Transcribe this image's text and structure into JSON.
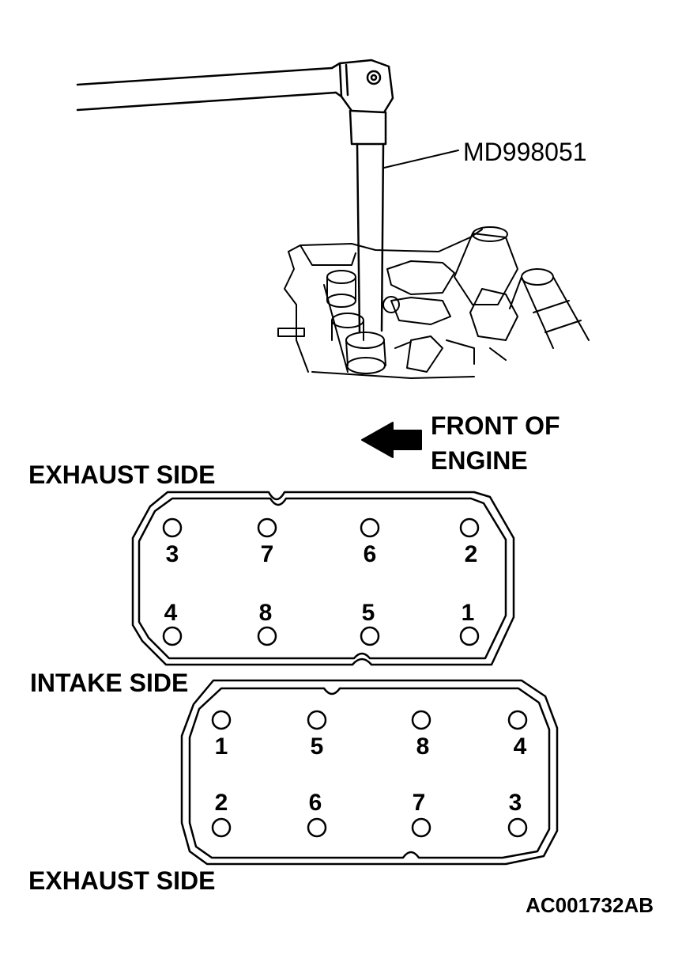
{
  "tool_callout": "MD998051",
  "front_label": {
    "line1": "FRONT OF",
    "line2": "ENGINE"
  },
  "upper_head": {
    "top_label": "EXHAUST SIDE",
    "bottom_label": "INTAKE SIDE",
    "top_row": [
      "3",
      "7",
      "6",
      "2"
    ],
    "bottom_row": [
      "4",
      "8",
      "5",
      "1"
    ]
  },
  "lower_head": {
    "bottom_label": "EXHAUST SIDE",
    "top_row": [
      "1",
      "5",
      "8",
      "4"
    ],
    "bottom_row": [
      "2",
      "6",
      "7",
      "3"
    ]
  },
  "figure_code": "AC001732AB",
  "icons": [
    "wrench-illustration",
    "front-arrow-icon",
    "bolt-hole-icon"
  ]
}
